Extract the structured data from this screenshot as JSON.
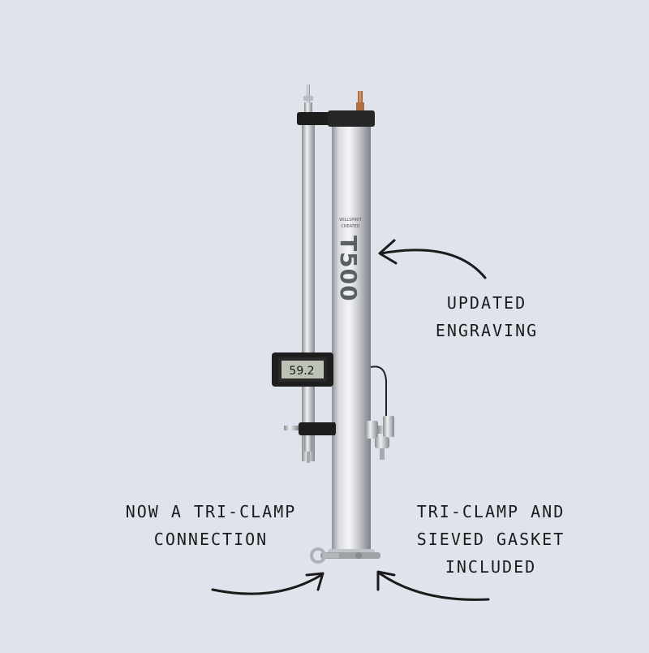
{
  "annotations": {
    "engraving": [
      "UPDATED",
      "ENGRAVING"
    ],
    "connection": [
      "NOW A TRI-CLAMP",
      "CONNECTION"
    ],
    "gasket": [
      "TRI-CLAMP AND",
      "SIEVED GASKET",
      "INCLUDED"
    ]
  },
  "product": {
    "model_engraving": "T500",
    "thermometer_reading": "59.2"
  },
  "colors": {
    "background": "#dfe3ec",
    "steel": "#c9ccd1",
    "clamp": "#1e1e1e",
    "ink": "#1b1b1b"
  }
}
